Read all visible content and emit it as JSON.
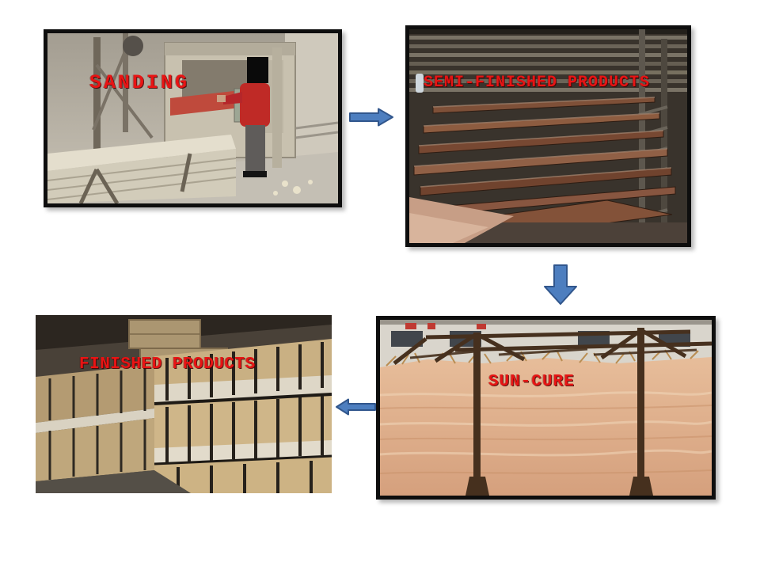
{
  "diagram": {
    "type": "process-flow",
    "background": "#ffffff",
    "steps": [
      {
        "id": "sanding",
        "label": "SANDING",
        "depicts": "factory wide-belt sanding machine with worker and plywood stack"
      },
      {
        "id": "semi-finished",
        "label": "SEMI-FINISHED PRODUCTS",
        "depicts": "plywood sheets fanned on a metal drying rack"
      },
      {
        "id": "sun-cure",
        "label": "SUN-CURE",
        "depicts": "veneer stack curing outdoors under dark metal frames"
      },
      {
        "id": "finished",
        "label": "FINISHED PRODUCTS",
        "depicts": "strapped kraft-wrapped plywood bundles stacked in warehouse"
      }
    ],
    "arrows": [
      {
        "id": "arrow-right",
        "direction": "right",
        "from": "sanding",
        "to": "semi-finished"
      },
      {
        "id": "arrow-down",
        "direction": "down",
        "from": "semi-finished",
        "to": "sun-cure"
      },
      {
        "id": "arrow-left",
        "direction": "left",
        "from": "sun-cure",
        "to": "finished"
      }
    ],
    "colors": {
      "label_red": "#e81414",
      "arrow_fill": "#4d7ebf",
      "arrow_stroke": "#31568c",
      "photo_border": "#0e0e0e"
    }
  }
}
